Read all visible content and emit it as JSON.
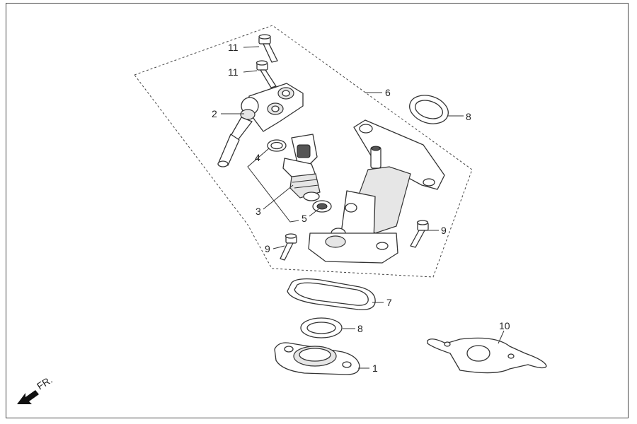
{
  "diagram": {
    "callouts": [
      {
        "id": "c11a",
        "text": "11"
      },
      {
        "id": "c11b",
        "text": "11"
      },
      {
        "id": "c2",
        "text": "2"
      },
      {
        "id": "c6",
        "text": "6"
      },
      {
        "id": "c8a",
        "text": "8"
      },
      {
        "id": "c4",
        "text": "4"
      },
      {
        "id": "c3",
        "text": "3"
      },
      {
        "id": "c5",
        "text": "5"
      },
      {
        "id": "c9a",
        "text": "9"
      },
      {
        "id": "c9b",
        "text": "9"
      },
      {
        "id": "c7",
        "text": "7"
      },
      {
        "id": "c8b",
        "text": "8"
      },
      {
        "id": "c10",
        "text": "10"
      },
      {
        "id": "c1",
        "text": "1"
      }
    ],
    "front_indicator": "FR."
  }
}
